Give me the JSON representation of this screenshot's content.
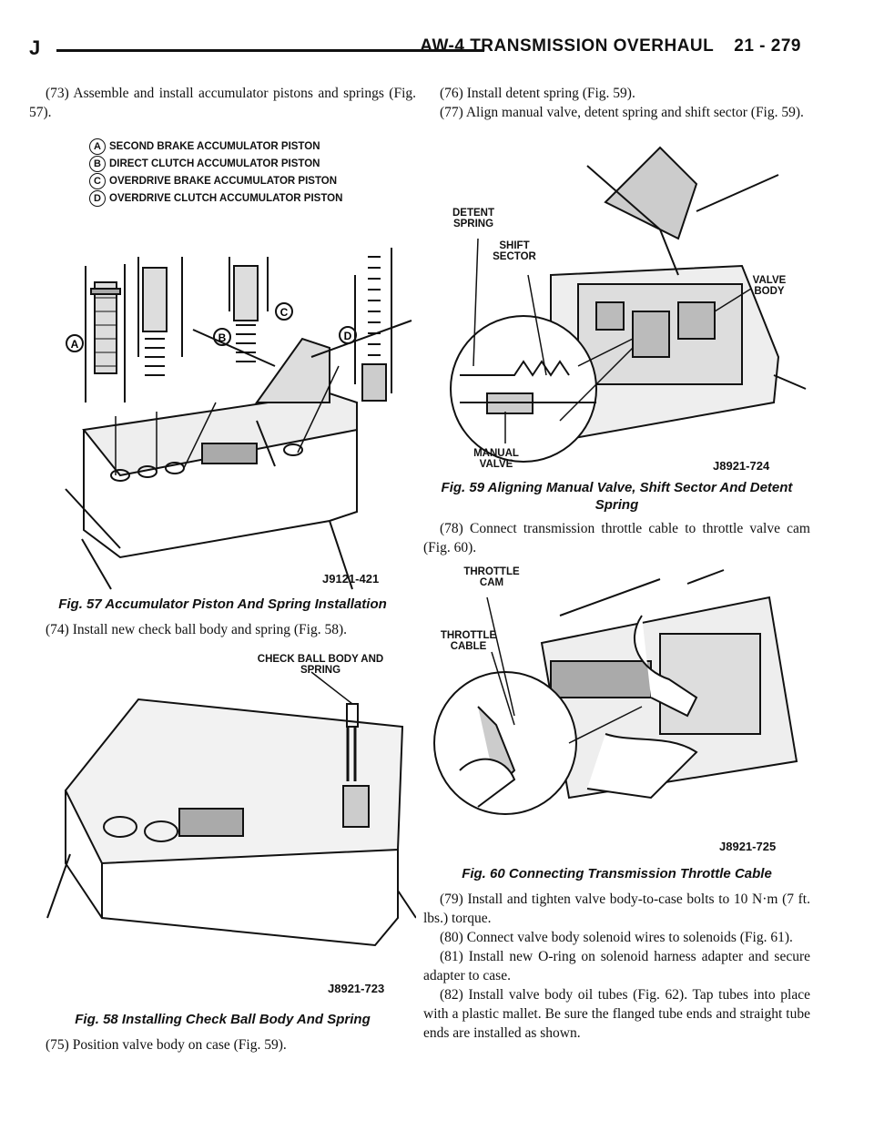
{
  "header": {
    "letter": "J",
    "title": "AW-4 TRANSMISSION OVERHAUL",
    "page": "21 - 279"
  },
  "left": {
    "p73": "(73) Assemble and install accumulator pistons and springs (Fig. 57).",
    "fig57": {
      "legend": [
        {
          "key": "A",
          "text": "SECOND BRAKE ACCUMULATOR PISTON"
        },
        {
          "key": "B",
          "text": "DIRECT CLUTCH ACCUMULATOR PISTON"
        },
        {
          "key": "C",
          "text": "OVERDRIVE BRAKE ACCUMULATOR PISTON"
        },
        {
          "key": "D",
          "text": "OVERDRIVE CLUTCH ACCUMULATOR PISTON"
        }
      ],
      "callouts": [
        "A",
        "B",
        "C",
        "D"
      ],
      "code": "J9121-421",
      "caption": "Fig. 57 Accumulator Piston And Spring Installation"
    },
    "p74": "(74) Install new check ball body and spring (Fig. 58).",
    "fig58": {
      "label": "CHECK BALL BODY AND SPRING",
      "code": "J8921-723",
      "caption": "Fig. 58 Installing Check Ball Body And Spring"
    },
    "p75": "(75) Position valve body on case (Fig. 59)."
  },
  "right": {
    "p76": "(76) Install detent spring (Fig. 59).",
    "p77": "(77) Align manual valve, detent spring and shift sector (Fig. 59).",
    "fig59": {
      "labels": {
        "detent": "DETENT SPRING",
        "shift": "SHIFT SECTOR",
        "valvebody": "VALVE BODY",
        "manual": "MANUAL VALVE"
      },
      "code": "J8921-724",
      "caption": "Fig. 59 Aligning Manual Valve, Shift Sector And Detent Spring"
    },
    "p78": "(78) Connect transmission throttle cable to throttle valve cam (Fig. 60).",
    "fig60": {
      "labels": {
        "cam": "THROTTLE CAM",
        "cable": "THROTTLE CABLE"
      },
      "code": "J8921-725",
      "caption": "Fig. 60 Connecting Transmission Throttle Cable"
    },
    "p79": "(79) Install and tighten valve body-to-case bolts to 10 N·m (7 ft. lbs.) torque.",
    "p80": "(80) Connect valve body solenoid wires to solenoids (Fig. 61).",
    "p81": "(81) Install new O-ring on solenoid harness adapter and secure adapter to case.",
    "p82": "(82) Install valve body oil tubes (Fig. 62). Tap tubes into place with a plastic mallet. Be sure the flanged tube ends and straight tube ends are installed as shown."
  }
}
